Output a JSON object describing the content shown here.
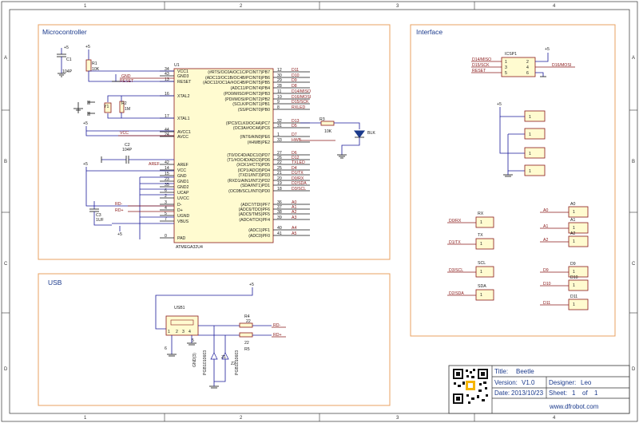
{
  "grid": {
    "cols": [
      "1",
      "2",
      "3",
      "4"
    ],
    "rows": [
      "A",
      "B",
      "C",
      "D"
    ]
  },
  "sections": {
    "microcontroller": "Microcontroller",
    "interface": "Interface",
    "usb": "USB"
  },
  "mcu": {
    "ref": "U1",
    "part": "ATMEGA32U4",
    "left_pins": [
      {
        "name": "VCC1",
        "num": "34"
      },
      {
        "name": "GND3",
        "num": "43"
      },
      {
        "name": "RESET",
        "num": "13"
      },
      {
        "name": "XTAL2",
        "num": "16"
      },
      {
        "name": "XTAL1",
        "num": "17"
      },
      {
        "name": "AVCC1",
        "num": "44"
      },
      {
        "name": "AVCC",
        "num": "24"
      },
      {
        "name": "AREF",
        "num": "42"
      },
      {
        "name": "VCC",
        "num": "14"
      },
      {
        "name": "GND",
        "num": "15"
      },
      {
        "name": "GND1",
        "num": "23"
      },
      {
        "name": "GND2",
        "num": "35"
      },
      {
        "name": "UCAP",
        "num": "6"
      },
      {
        "name": "UVCC",
        "num": "2"
      },
      {
        "name": "D-",
        "num": "3"
      },
      {
        "name": "D+",
        "num": "4"
      },
      {
        "name": "UGND",
        "num": "5"
      },
      {
        "name": "VBUS",
        "num": "7"
      },
      {
        "name": "PAD",
        "num": "0"
      }
    ],
    "right_pins": [
      {
        "name": "(#RTS/OC0A/OC1C/PCINT7)PB7",
        "num": "12",
        "net": "D11"
      },
      {
        "name": "(ADC13/OC1B/OC4B/PCINT6)PB6",
        "num": "30",
        "net": "D10"
      },
      {
        "name": "(ADC12/OC1A/#OC4B/PCINT5)PB5",
        "num": "29",
        "net": "D9"
      },
      {
        "name": "(ADC11/PCINT4)PB4",
        "num": "28",
        "net": "D8"
      },
      {
        "name": "(PD0/MISO/PCINT3)PB3",
        "num": "11",
        "net": "D14/MISO"
      },
      {
        "name": "(PDI/MOSI/PCINT2)PB2",
        "num": "10",
        "net": "D16/MOSI"
      },
      {
        "name": "(SCLK/PCINT1)PB1",
        "num": "9",
        "net": "D15/SCK"
      },
      {
        "name": "(SS/PCINT0)PB0",
        "num": "8",
        "net": "RXLED"
      },
      {
        "name": "(IPC3/CLK0/OC4A)PC7",
        "num": "32",
        "net": "D13"
      },
      {
        "name": "(OC3A/#OC4A)PC6",
        "num": "31",
        "net": "D5"
      },
      {
        "name": "(INT6/AIN0)PE6",
        "num": "1",
        "net": "D7"
      },
      {
        "name": "(#HWB)PE2",
        "num": "33",
        "net": "HWB"
      },
      {
        "name": "(T0/OC4D/ADC10)PD7",
        "num": "27",
        "net": "D6"
      },
      {
        "name": "(T1/#OC4D/ADC9)PD6",
        "num": "26",
        "net": "D12"
      },
      {
        "name": "(XCK1/#CTS)PD5",
        "num": "22",
        "net": "TXLED"
      },
      {
        "name": "(ICP1/ADC8)PD4",
        "num": "25",
        "net": "D4"
      },
      {
        "name": "(TXD1/INT3)PD3",
        "num": "21",
        "net": "D1/TX"
      },
      {
        "name": "(RXD1/AIN1/INT2)PD2",
        "num": "20",
        "net": "D0/RX"
      },
      {
        "name": "(SDA/INT1)PD1",
        "num": "19",
        "net": "D2/SDA"
      },
      {
        "name": "(OC0B/SCL/INT0)PD0",
        "num": "18",
        "net": "D3/SCL"
      },
      {
        "name": "(ADC7/TDI)PF7",
        "num": "36",
        "net": "A0"
      },
      {
        "name": "(ADC6/TDO)PF6",
        "num": "37",
        "net": "A1"
      },
      {
        "name": "(ADC5/TMS)PF5",
        "num": "38",
        "net": "A2"
      },
      {
        "name": "(ADC4/TCK)PF4",
        "num": "39",
        "net": "A3"
      },
      {
        "name": "(ADC1)PF1",
        "num": "40",
        "net": "A4"
      },
      {
        "name": "(ADC0)PF0",
        "num": "41",
        "net": "A5"
      }
    ]
  },
  "components": {
    "c1": {
      "ref": "C1",
      "value": "104P"
    },
    "r1": {
      "ref": "R1",
      "value": "10K"
    },
    "y1": {
      "ref": "Y1"
    },
    "r2": {
      "ref": "R2",
      "value": "1M"
    },
    "c2": {
      "ref": "C2",
      "value": "104P"
    },
    "c3": {
      "ref": "C3",
      "value": "1UF"
    },
    "r3": {
      "ref": "R3",
      "value": "10K"
    },
    "led": {
      "label": "BLK"
    },
    "icsp": {
      "ref": "ICSP1",
      "pins": [
        "1",
        "2",
        "3",
        "4",
        "5",
        "6"
      ]
    },
    "usb": {
      "ref": "USB1",
      "pins": [
        "1",
        "2",
        "3",
        "4",
        "5",
        "6"
      ]
    },
    "r4": {
      "ref": "R4",
      "value": "22"
    },
    "r5": {
      "ref": "R5",
      "value": "22"
    },
    "z1": {
      "ref": "Z1",
      "part": "PGB1010603"
    },
    "z2": {
      "ref": "Z2",
      "part": "PGB1010603"
    }
  },
  "nets": {
    "plus5": "+5",
    "gnd": "GND",
    "reset": "RESET",
    "vcc": "VCC",
    "aref": "AREF",
    "rdm": "RD-",
    "rdp": "RD+",
    "gnd3": "GND",
    "gnd_usb": "GND(3)"
  },
  "icsp_nets": {
    "miso": "D14/MISO",
    "sck": "D15/SCK",
    "reset": "RESET",
    "mosi": "D16/MOSI"
  },
  "headers": {
    "left": [
      {
        "label": "RX",
        "net": "D0/RX",
        "pin": "1"
      },
      {
        "label": "TX",
        "net": "D1/TX",
        "pin": "1"
      },
      {
        "label": "SCL",
        "net": "D3/SCL",
        "pin": "1"
      },
      {
        "label": "SDA",
        "net": "D2/SDA",
        "pin": "1"
      }
    ],
    "right": [
      {
        "label": "A0",
        "net": "A0",
        "pin": "1"
      },
      {
        "label": "A1",
        "net": "A1",
        "pin": "1"
      },
      {
        "label": "A2",
        "net": "A2",
        "pin": "1"
      },
      {
        "label": "D9",
        "net": "D9",
        "pin": "1"
      },
      {
        "label": "D10",
        "net": "D10",
        "pin": "1"
      },
      {
        "label": "D11",
        "net": "D11",
        "pin": "1"
      }
    ],
    "power": [
      "1",
      "1",
      "1",
      "1"
    ]
  },
  "title_block": {
    "title_label": "Title:",
    "title": "Beetle",
    "version_label": "Version:",
    "version": "V1.0",
    "designer_label": "Designer:",
    "designer": "Leo",
    "date_label": "Date:",
    "date": "2013/10/23",
    "sheet_label": "Sheet:",
    "sheet": "1",
    "of": "of",
    "sheet_total": "1",
    "website": "www.dfrobot.com"
  }
}
